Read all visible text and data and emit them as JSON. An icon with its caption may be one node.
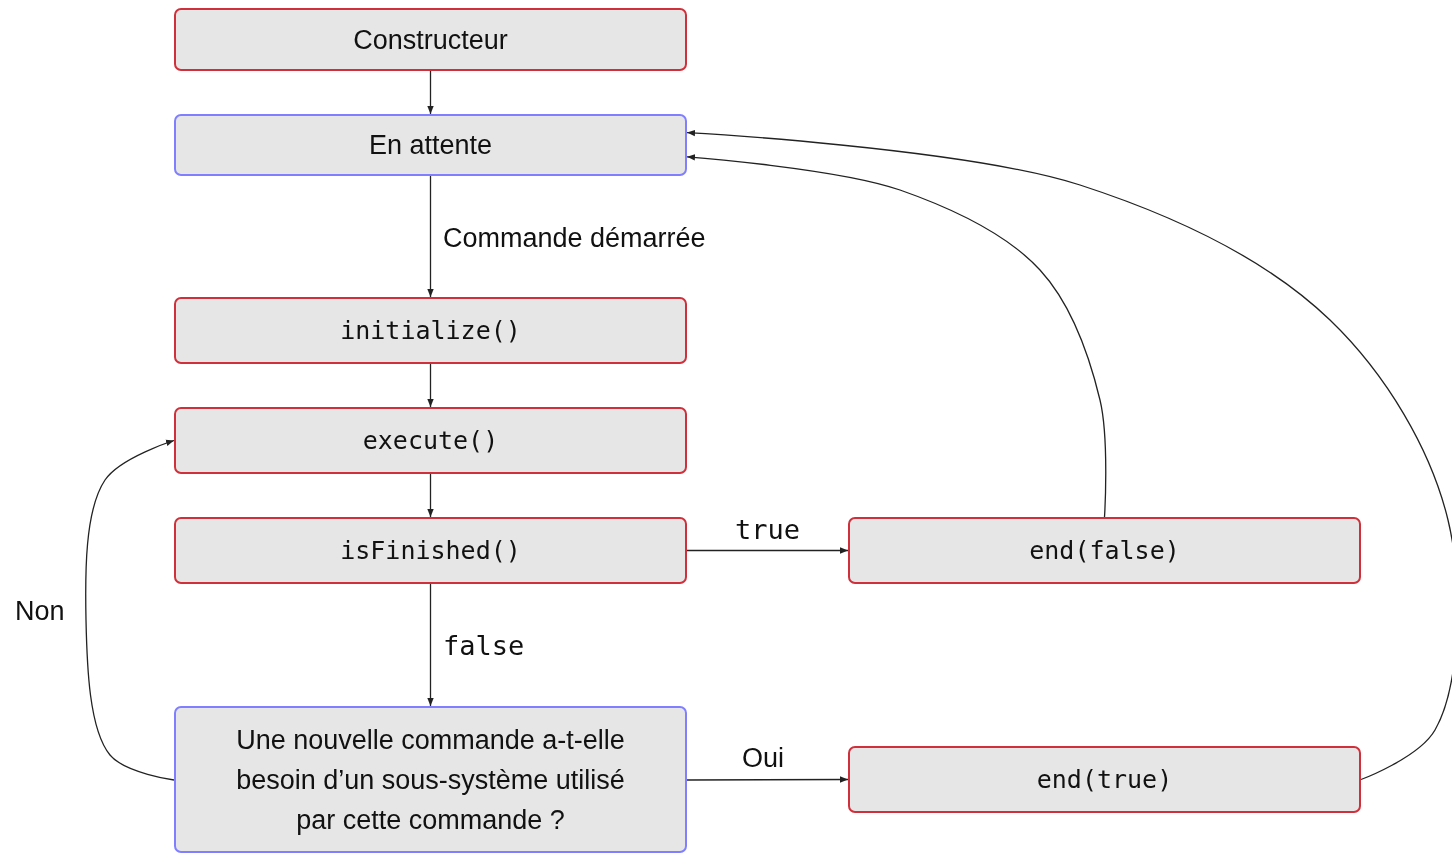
{
  "diagram": {
    "nodes": [
      {
        "text": [
          "Constructeur"
        ]
      },
      {
        "text": [
          "En attente"
        ]
      },
      {
        "text": [
          "initialize()"
        ]
      },
      {
        "text": [
          "execute()"
        ]
      },
      {
        "text": [
          "isFinished()"
        ]
      },
      {
        "text": [
          "end(false)"
        ]
      },
      {
        "text": [
          "Une nouvelle commande a-t-elle besoin d’un sous-système utilisé par cette commande ?"
        ]
      },
      {
        "text": [
          "end(true)"
        ]
      }
    ],
    "edges": [
      {
        "from": 0,
        "to": 1,
        "arrow": "to"
      },
      {
        "from": 1,
        "to": 2,
        "arrow": "to",
        "label": "Commande démarrée"
      },
      {
        "from": 2,
        "to": 3,
        "arrow": "to"
      },
      {
        "from": 3,
        "to": 4,
        "arrow": "to"
      },
      {
        "from": 4,
        "to": 5,
        "arrow": "to",
        "label": "true"
      },
      {
        "from": 4,
        "to": 6,
        "arrow": "to",
        "label": "false"
      },
      {
        "from": 6,
        "to": 7,
        "arrow": "to",
        "label": "Oui"
      },
      {
        "from": 6,
        "to": 3,
        "arrow": "to",
        "label": "Non"
      },
      {
        "from": 5,
        "to": 1,
        "arrow": "to"
      },
      {
        "from": 7,
        "to": 1,
        "arrow": "to"
      }
    ]
  }
}
